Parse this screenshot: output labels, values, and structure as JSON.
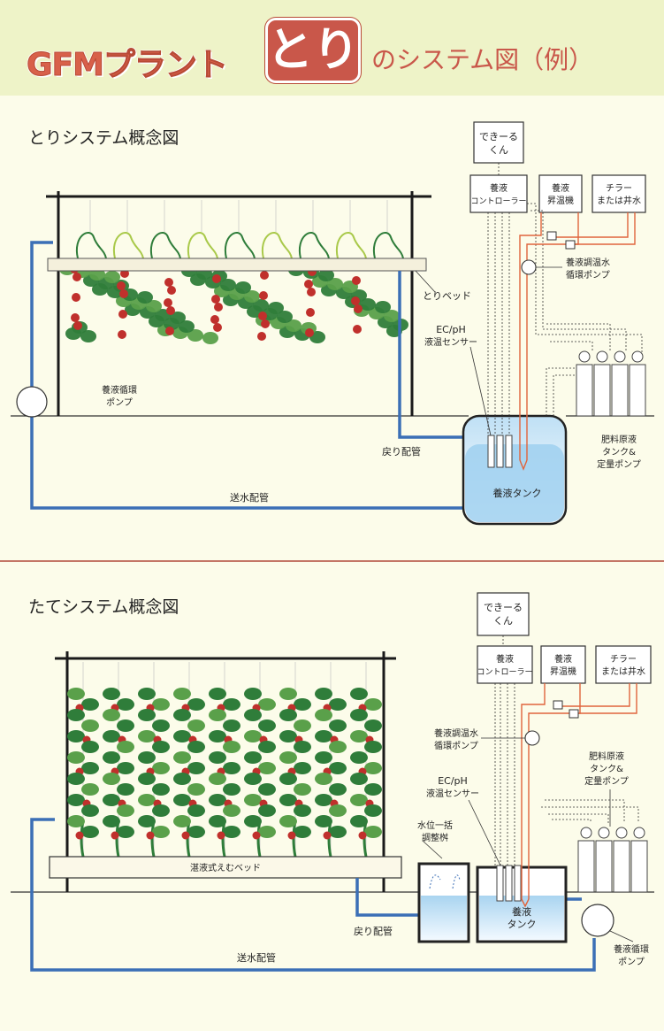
{
  "header": {
    "brand": "GFMプラント",
    "logo": "とり",
    "subtitle": "のシステム図（例）"
  },
  "colors": {
    "header_bg": "#eef3c8",
    "page_bg": "#fcfcea",
    "accent_red": "#c9574a",
    "pipe_blue": "#3b6fb6",
    "heat_orange": "#e0643c",
    "plant_green": "#2f7d3a",
    "fruit_red": "#c0302c",
    "divider": "#b24a3a"
  },
  "section1": {
    "title": "とりシステム概念図",
    "controller_top": [
      "できーる",
      "くん"
    ],
    "nutrient_controller": [
      "養液",
      "コントローラー"
    ],
    "heater": [
      "養液",
      "昇温機"
    ],
    "chiller": [
      "チラー",
      "または井水"
    ],
    "temp_pump": [
      "養液調温水",
      "循環ポンプ"
    ],
    "bed": "とりベッド",
    "sensor": [
      "EC/pH",
      "液温センサー"
    ],
    "circ_pump": [
      "養液循環",
      "ポンプ"
    ],
    "return_pipe": "戻り配管",
    "fert_tank": [
      "肥料原液",
      "タンク&",
      "定量ポンプ"
    ],
    "tank": "養液タンク",
    "supply_pipe": "送水配管"
  },
  "section2": {
    "title": "たてシステム概念図",
    "controller_top": [
      "できーる",
      "くん"
    ],
    "nutrient_controller": [
      "養液",
      "コントローラー"
    ],
    "heater": [
      "養液",
      "昇温機"
    ],
    "chiller": [
      "チラー",
      "または井水"
    ],
    "temp_pump": [
      "養液調温水",
      "循環ポンプ"
    ],
    "fert_tank": [
      "肥料原液",
      "タンク&",
      "定量ポンプ"
    ],
    "sensor": [
      "EC/pH",
      "液温センサー"
    ],
    "level_tank": [
      "水位一括",
      "調整桝"
    ],
    "bed": "湛液式えむベッド",
    "tank": [
      "養液",
      "タンク"
    ],
    "return_pipe": "戻り配管",
    "circ_pump": [
      "養液循環",
      "ポンプ"
    ],
    "supply_pipe": "送水配管"
  }
}
